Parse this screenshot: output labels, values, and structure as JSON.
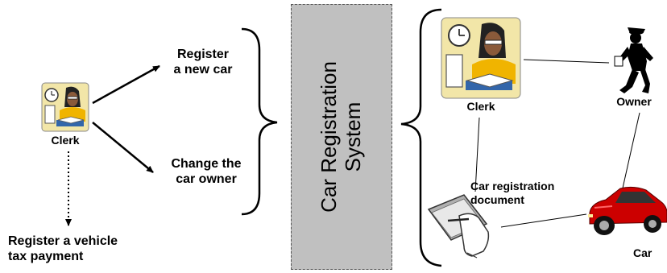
{
  "left": {
    "clerk_label": "Clerk",
    "use_cases": [
      "Register\na new car",
      "Change the\ncar owner"
    ],
    "extra_use_case": "Register a vehicle\ntax payment"
  },
  "system": {
    "label": "Car Registration\nSystem"
  },
  "right": {
    "clerk_label": "Clerk",
    "owner_label": "Owner",
    "document_label": "Car registration\ndocument",
    "car_label": "Car"
  },
  "icons": {
    "clerk": "clerk-icon",
    "owner": "owner-icon",
    "document": "document-icon",
    "car": "car-icon"
  },
  "colors": {
    "car_body": "#cc0000",
    "clerk_frame": "#f2e6a8",
    "clerk_shirt": "#f0b400",
    "system_box": "#c0c0c0"
  }
}
